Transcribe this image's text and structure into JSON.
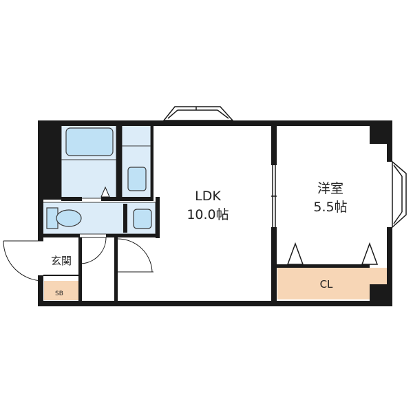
{
  "rooms": {
    "ldk": {
      "name": "LDK",
      "size": "10.0帖"
    },
    "western": {
      "name": "洋室",
      "size": "5.5帖"
    },
    "closet": {
      "name": "CL"
    },
    "entrance": {
      "name": "玄関"
    },
    "shoe_box": {
      "name": "SB"
    }
  },
  "colors": {
    "wall": "#1a1a1a",
    "wet_area": "#dcecf8",
    "fixture": "#bfe1f5",
    "fixture_stroke": "#3a3a3a",
    "closet": "#f7d6b6",
    "shoe_box": "#f7d6b6",
    "floor": "#ffffff"
  }
}
